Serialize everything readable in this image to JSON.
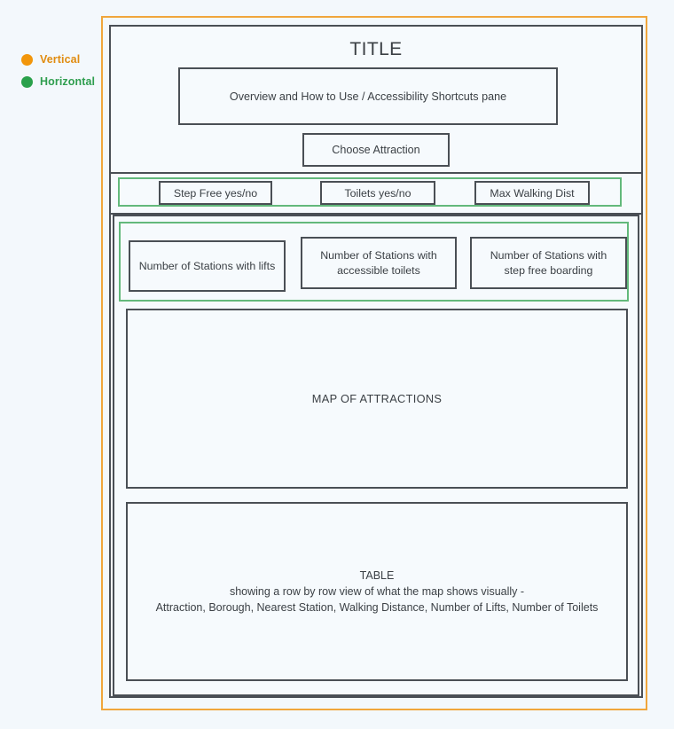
{
  "legend": {
    "items": [
      {
        "label": "Vertical",
        "color": "#f2960b",
        "icon": "circle-icon"
      },
      {
        "label": "Horizontal",
        "color": "#2aa14b",
        "icon": "circle-icon"
      }
    ]
  },
  "frame": {
    "outer_border_color": "#f0a63c",
    "container_border_color": "#4a4f55",
    "group_border_color": "#63b97b",
    "background_color": "#f6fafd"
  },
  "header": {
    "title": "TITLE",
    "overview_pane": "Overview and How to Use / Accessibility Shortcuts pane",
    "choose_attraction_label": "Choose Attraction"
  },
  "filters": {
    "step_free_label": "Step Free yes/no",
    "toilets_label": "Toilets yes/no",
    "max_walking_label": "Max Walking Dist"
  },
  "kpis": [
    {
      "label": "Number of Stations with lifts"
    },
    {
      "label": "Number of Stations with accessible toilets"
    },
    {
      "label": "Number of Stations with step free boarding"
    }
  ],
  "map": {
    "label": "MAP OF ATTRACTIONS"
  },
  "table": {
    "label": "TABLE\nshowing a row by row view of what the map shows visually -\nAttraction, Borough, Nearest Station, Walking Distance, Number of Lifts, Number of Toilets"
  }
}
